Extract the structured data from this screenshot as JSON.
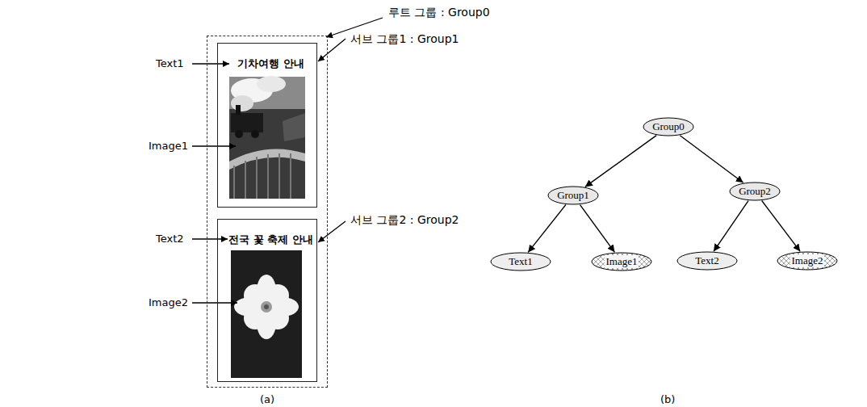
{
  "diagram": {
    "nodes": [
      {
        "text": [
          "루트 그룹 : Group0"
        ]
      },
      {
        "text": [
          "서브 그룹1 : Group1",
          "기차여행 안내"
        ],
        "in": 0
      },
      {
        "text": [
          "서브 그룹2 : Group2",
          "전국 꽃 축제 안내"
        ],
        "in": 0
      },
      {
        "text": [
          "Group0"
        ]
      },
      {
        "text": [
          "Group1"
        ]
      },
      {
        "text": [
          "Group2"
        ]
      },
      {
        "text": [
          "Text1"
        ]
      },
      {
        "text": [
          "Image1"
        ]
      },
      {
        "text": [
          "Text2"
        ]
      },
      {
        "text": [
          "Image2"
        ]
      }
    ],
    "edges": [
      {
        "from": 3,
        "to": 4,
        "arrow": "to"
      },
      {
        "from": 3,
        "to": 5,
        "arrow": "to"
      },
      {
        "from": 4,
        "to": 6,
        "arrow": "to"
      },
      {
        "from": 4,
        "to": 7,
        "arrow": "to"
      },
      {
        "from": 5,
        "to": 8,
        "arrow": "to"
      },
      {
        "from": 5,
        "to": 9,
        "arrow": "to"
      }
    ],
    "labels": [
      "Text1",
      "Image1",
      "Text2",
      "Image2",
      "(a)",
      "(b)"
    ]
  }
}
